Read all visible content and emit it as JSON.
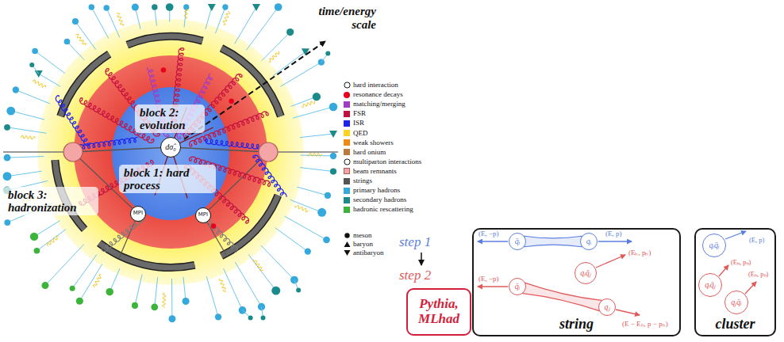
{
  "diagram": {
    "nodes": [
      {
        "text": [
          "block 2: evolution"
        ]
      },
      {
        "text": [
          "dσ̂₀"
        ]
      },
      {
        "text": [
          "block 1: hard process"
        ]
      },
      {
        "text": [
          "block 3: hadronization"
        ]
      },
      {
        "text": [
          "MPI"
        ]
      },
      {
        "text": [
          "MPI"
        ]
      },
      {
        "text": [
          "string"
        ]
      },
      {
        "text": [
          "q̄ᵢ"
        ],
        "in": 6
      },
      {
        "text": [
          "qᵢ"
        ],
        "in": 6
      },
      {
        "text": [
          "q̄ᵢ"
        ],
        "in": 6
      },
      {
        "text": [
          "qᵢq̄ⱼ"
        ],
        "in": 6
      },
      {
        "text": [
          "qⱼ"
        ],
        "in": 6
      },
      {
        "text": [
          "cluster"
        ]
      },
      {
        "text": [
          "qᵢq̄ᵢ"
        ],
        "in": 12
      },
      {
        "text": [
          "qᵢq̄ⱼ"
        ],
        "in": 12
      },
      {
        "text": [
          "qⱼq̄ᵢ"
        ],
        "in": 12
      },
      {
        "text": [
          "Pythia, MLhad"
        ]
      }
    ],
    "edges": [
      {
        "from": 7,
        "to": 8,
        "arrow": "none"
      },
      {
        "from": 9,
        "to": 11,
        "arrow": "none"
      }
    ],
    "labels": [
      "time/energy scale",
      "step 1",
      "step 2",
      "(E, −p)",
      "(E, p)",
      "(E, −p)",
      "(Eₕ, pₕ)",
      "(E − Eₕ, p − pₕ)",
      "(E, p)",
      "(Eₕ, pₕ)",
      "(Eₕ, pₕ)"
    ],
    "legend": [
      {
        "text": "hard interaction"
      },
      {
        "text": "resonance decays",
        "color": "#e8001c"
      },
      {
        "text": "matching/merging",
        "color": "#a23cc4"
      },
      {
        "text": "FSR",
        "color": "#c4113f"
      },
      {
        "text": "ISR",
        "color": "#1f22f0"
      },
      {
        "text": "QED",
        "color": "#ffd21f"
      },
      {
        "text": "weak showers",
        "color": "#f08a10"
      },
      {
        "text": "hard onium",
        "color": "#b97a3c"
      },
      {
        "text": "multiparton interactions"
      },
      {
        "text": "beam remnants",
        "color": "#f4a6a6"
      },
      {
        "text": "strings",
        "color": "#555555"
      },
      {
        "text": "primary hadrons",
        "color": "#35a8dc"
      },
      {
        "text": "secondary hadrons",
        "color": "#1b8a8a"
      },
      {
        "text": "hadronic rescattering",
        "color": "#3cb43c"
      },
      {
        "text": "meson"
      },
      {
        "text": "baryon"
      },
      {
        "text": "antibaryon"
      }
    ]
  }
}
